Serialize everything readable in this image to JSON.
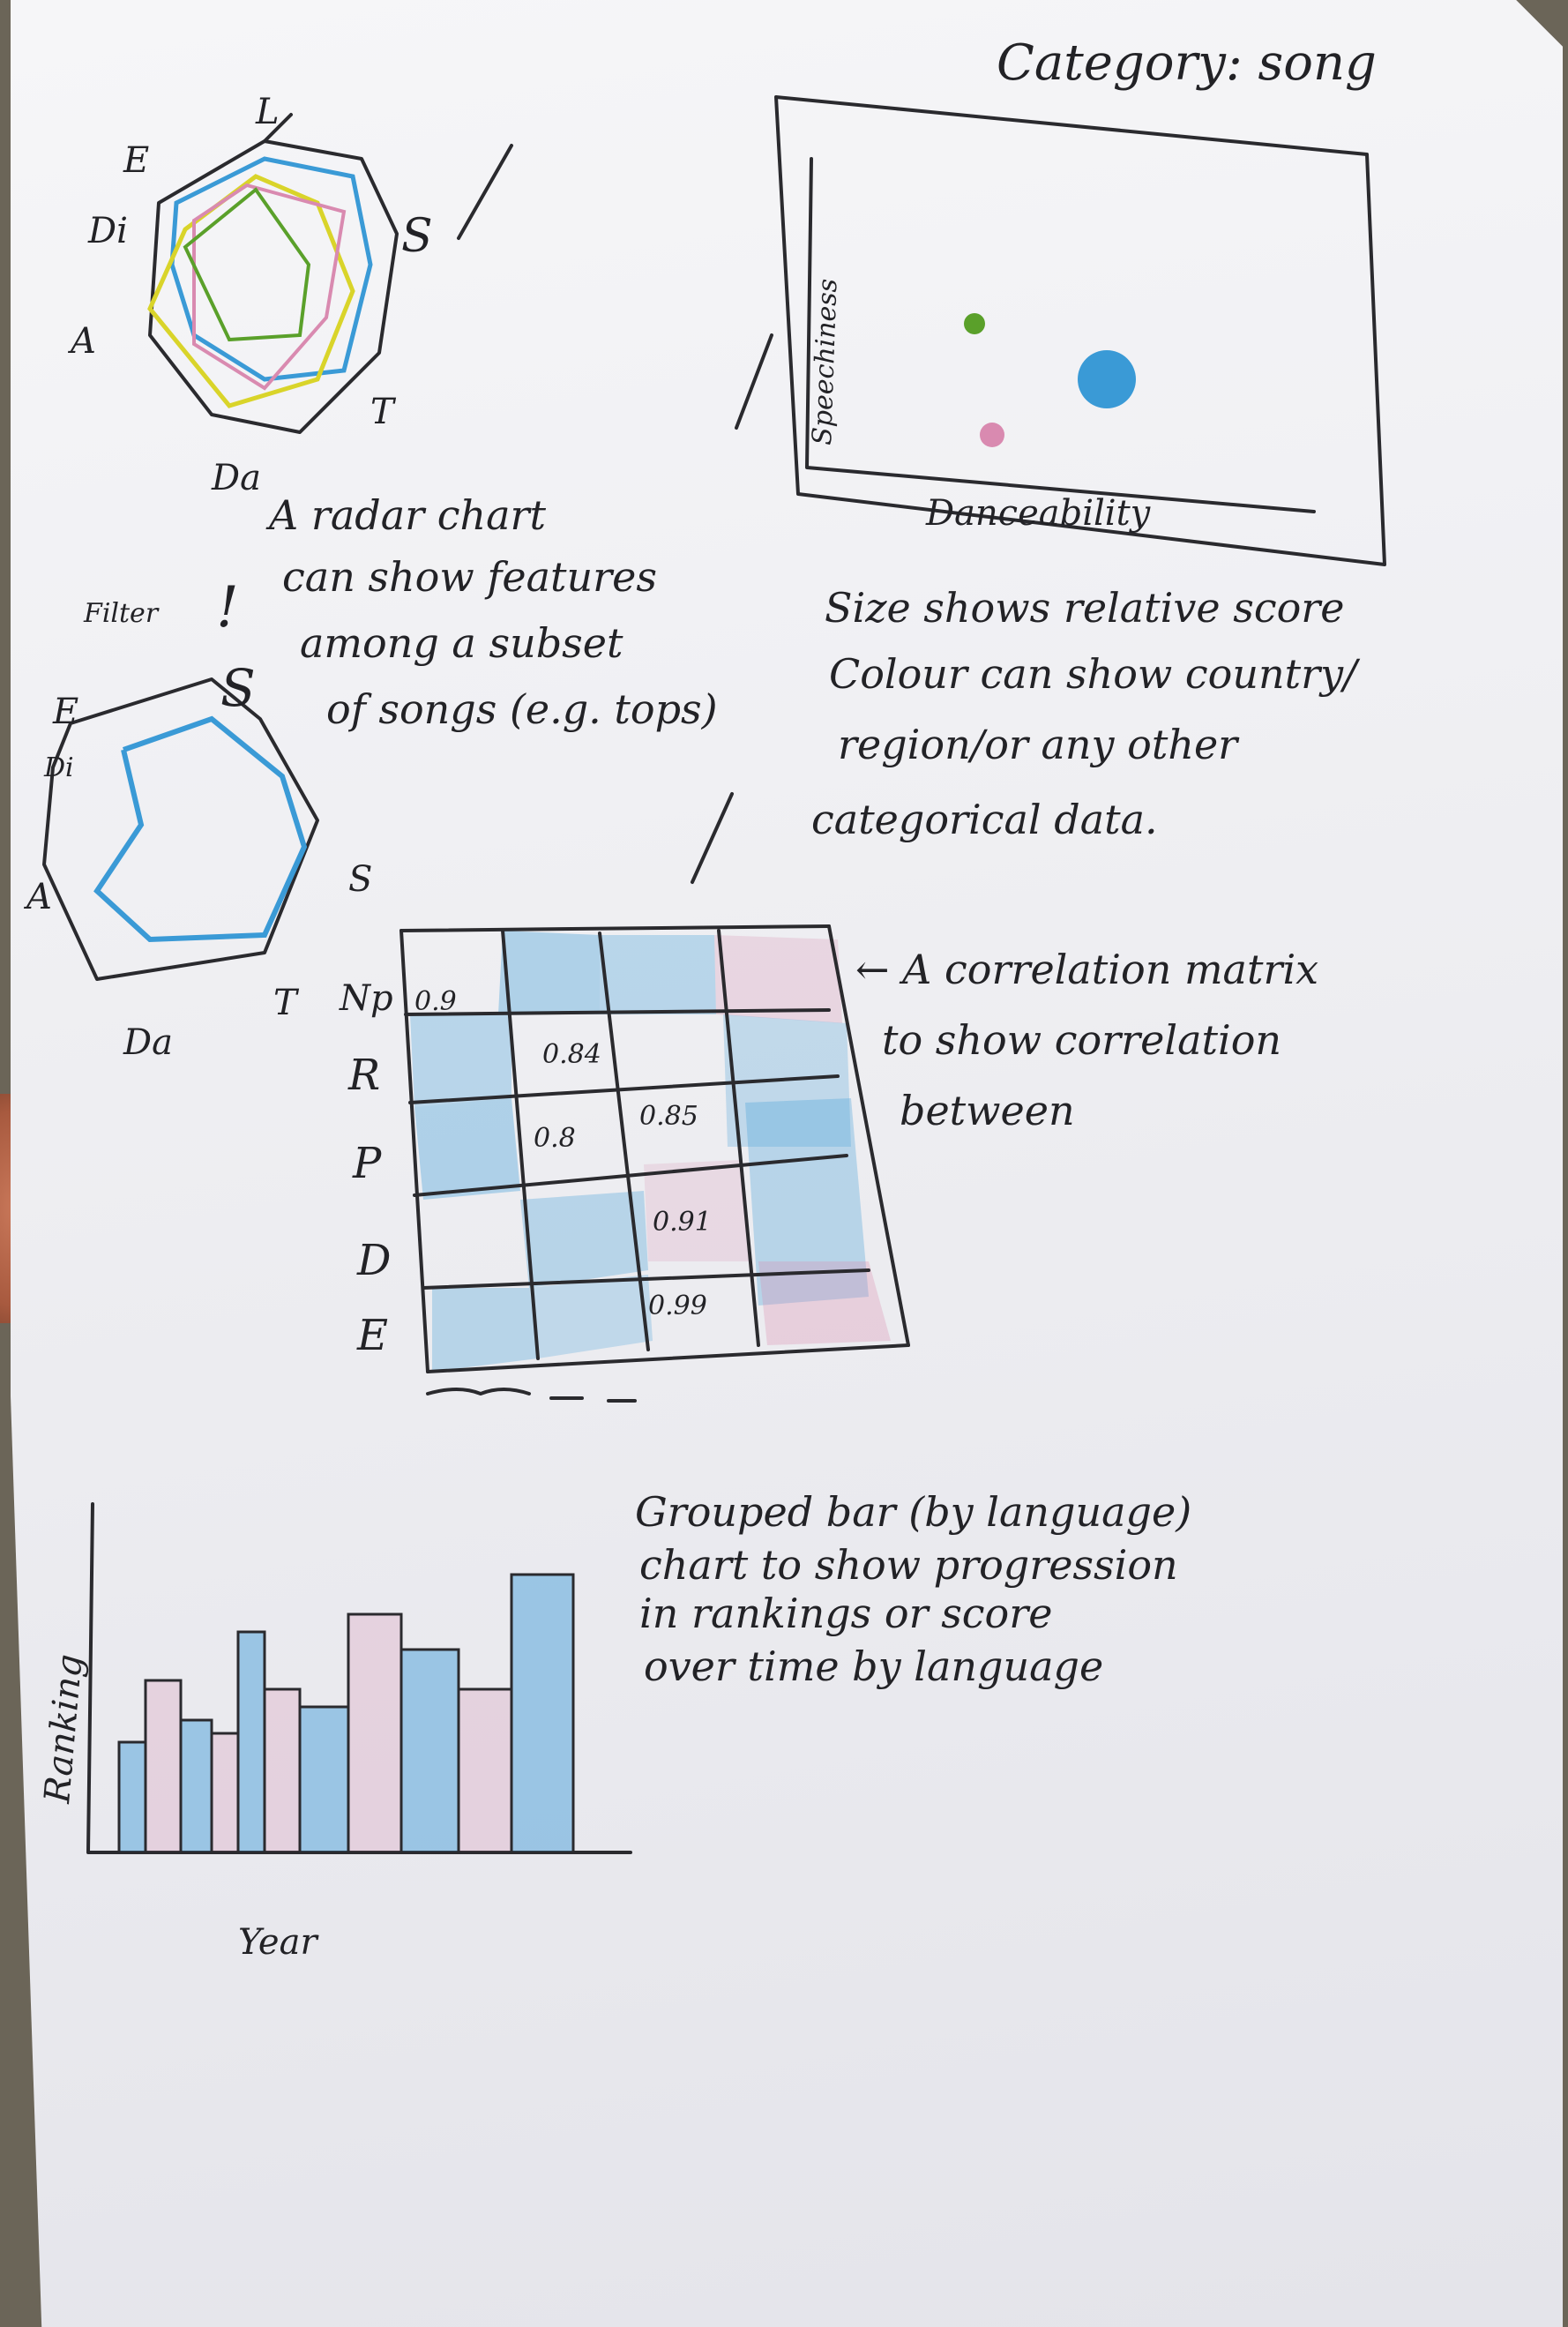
{
  "category_heading": "Category: song",
  "radar_chart_1": {
    "axis_labels": [
      "L",
      "S",
      "T",
      "Da",
      "A",
      "Di",
      "E"
    ]
  },
  "filter_note": "Filter",
  "radar_note": [
    "A radar chart",
    "can show features",
    "among a subset",
    "of songs (e.g. tops)"
  ],
  "radar_chart_2": {
    "axis_labels": [
      "S",
      "S",
      "T",
      "Da",
      "A",
      "Di",
      "E"
    ]
  },
  "scatter": {
    "x_label": "Danceability",
    "y_label": "Speechiness"
  },
  "scatter_note": [
    "Size shows relative score",
    "Colour can show country/",
    "region/or any other",
    "categorical data."
  ],
  "correlation_matrix": {
    "row_labels": [
      "Np",
      "R",
      "P",
      "D",
      "E"
    ],
    "cells": [
      "0.9",
      "0.84",
      "0.8",
      "0.85",
      "0.91",
      "0.99"
    ]
  },
  "matrix_note": [
    "← A correlation matrix",
    "to show correlation",
    "between"
  ],
  "bar_chart": {
    "y_label": "Ranking",
    "x_label": "Year"
  },
  "bar_note": [
    "Grouped bar (by language)",
    "chart to show progression",
    "in rankings or score",
    "over time by language"
  ],
  "colors": {
    "ink": "#2a2a2e",
    "blue": "#3a9ad6",
    "pink": "#d98ab0",
    "yellow": "#d9d42a",
    "green": "#5aa02a"
  }
}
